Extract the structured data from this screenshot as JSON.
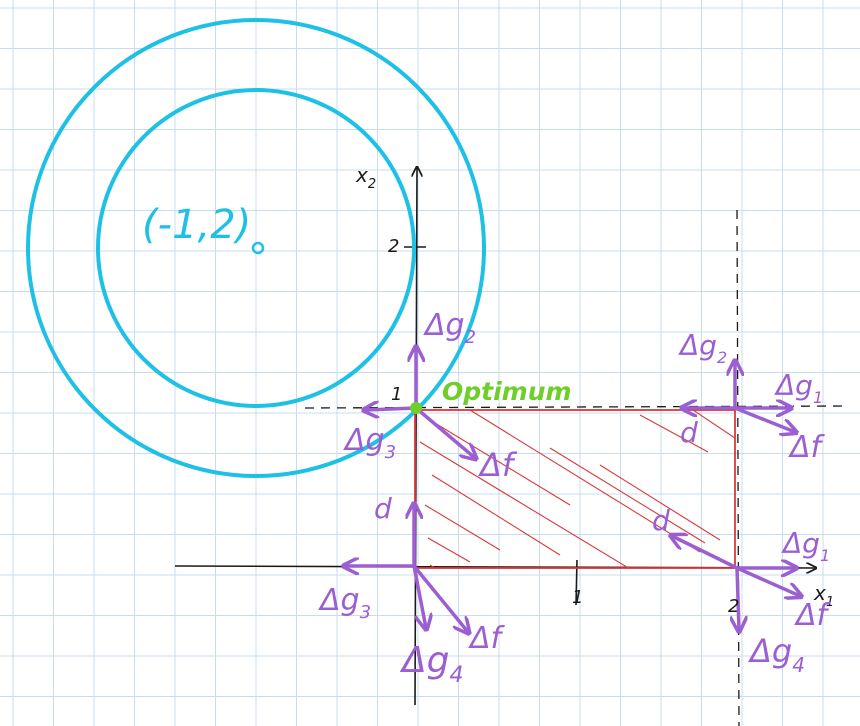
{
  "colors": {
    "grid": "#c9dcec",
    "circle": "#1ec0e6",
    "region": "#d73a3a",
    "vector": "#9b5fd1",
    "optimum": "#6fce2b",
    "axis": "#1a1a1a"
  },
  "axes": {
    "x_label": "x",
    "x_sub": "1",
    "y_label": "x",
    "y_sub": "2",
    "x_ticks": [
      "1",
      "2"
    ],
    "y_ticks": [
      "1",
      "2"
    ]
  },
  "circle_center_label": "(-1,2)",
  "optimum_label": "Optimum",
  "vector_labels": {
    "dg1": "Δg",
    "dg2": "Δg",
    "dg3": "Δg",
    "dg4": "Δg",
    "df": "Δf",
    "d": "d",
    "sub1": "1",
    "sub2": "2",
    "sub3": "3",
    "sub4": "4"
  }
}
